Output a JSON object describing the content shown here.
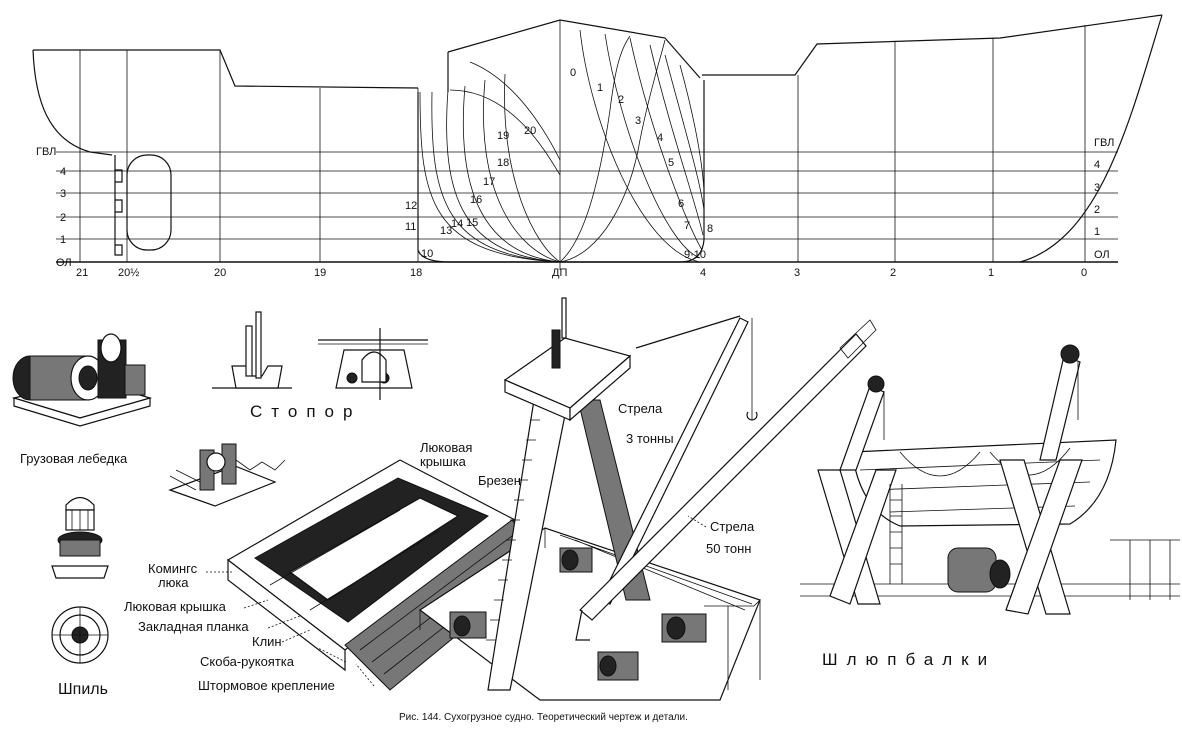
{
  "lines_plan": {
    "waterlines_left": [
      "ГВЛ",
      "4",
      "3",
      "2",
      "1",
      "ОЛ"
    ],
    "waterlines_right": [
      "ГВЛ",
      "4",
      "3",
      "2",
      "1",
      "ОЛ"
    ],
    "stations_bottom": [
      "21",
      "20½",
      "20",
      "19",
      "18",
      "ДП",
      "4",
      "3",
      "2",
      "1",
      "0"
    ],
    "body_aft_numbers": [
      "19",
      "20",
      "18",
      "17",
      "16",
      "15",
      "14",
      "13",
      "12",
      "11",
      "10"
    ],
    "body_fwd_numbers": [
      "0",
      "1",
      "2",
      "3",
      "4",
      "5",
      "6",
      "7",
      "8",
      "9·10"
    ]
  },
  "labels": {
    "winch": "Грузовая лебедка",
    "stopper": "Стопор",
    "capstan": "Шпиль",
    "hatch_cover_top": "Люковая\nкрышка",
    "tarpaulin": "Брезент",
    "coaming": "Комингс\nлюка",
    "hatch_cover": "Люковая крышка",
    "batten": "Закладная планка",
    "wedge": "Клин",
    "handle": "Скоба-рукоятка",
    "storm_lashing": "Штормовое крепление",
    "boom3_line1": "Стрела",
    "boom3_line2": "3 тонны",
    "boom50_line1": "Стрела",
    "boom50_line2": "50 тонн",
    "davits": "Шлюпбалки"
  },
  "caption": "Рис. 144. Сухогрузное судно. Теоретический чертеж и детали."
}
